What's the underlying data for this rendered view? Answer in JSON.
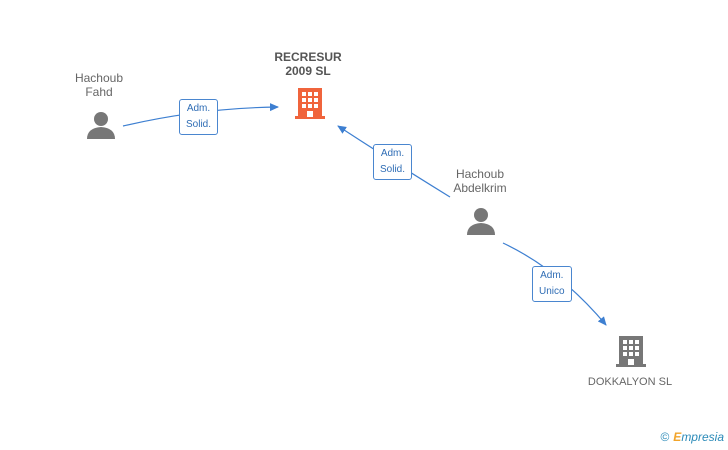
{
  "nodes": {
    "recresur": {
      "label": "RECRESUR\n2009 SL",
      "color": "#f0643c"
    },
    "fahd": {
      "label": "Hachoub\nFahd",
      "color": "#777777"
    },
    "abdelkrim": {
      "label": "Hachoub\nAbdelkrim",
      "color": "#777777"
    },
    "dokkalyon": {
      "label": "DOKKALYON SL",
      "color": "#777777"
    }
  },
  "relations": {
    "fahd_recresur": "Adm.\nSolid.",
    "abdelkrim_recresur": "Adm.\nSolid.",
    "abdelkrim_dokkalyon": "Adm.\nUnico"
  },
  "footer": {
    "copyright": "©",
    "brand_initial": "E",
    "brand_rest": "mpresia"
  },
  "colors": {
    "edge": "#3d7fd1"
  }
}
